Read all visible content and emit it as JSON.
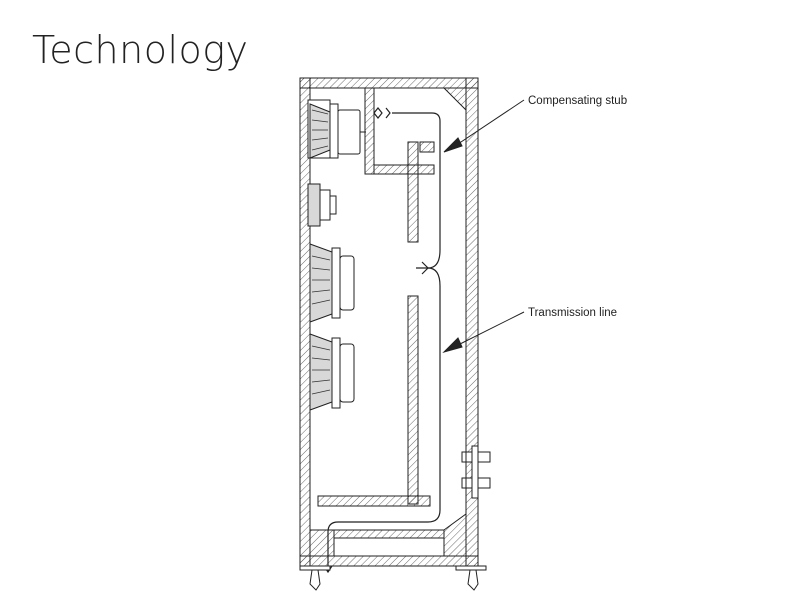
{
  "page": {
    "title": "Technology"
  },
  "diagram": {
    "labels": {
      "stub": "Compensating stub",
      "line": "Transmission line"
    },
    "parts": [
      "cabinet",
      "hatched-walls",
      "compensating-stub-chamber",
      "transmission-line-path",
      "drivers",
      "tweeter",
      "binding-posts",
      "feet"
    ]
  }
}
